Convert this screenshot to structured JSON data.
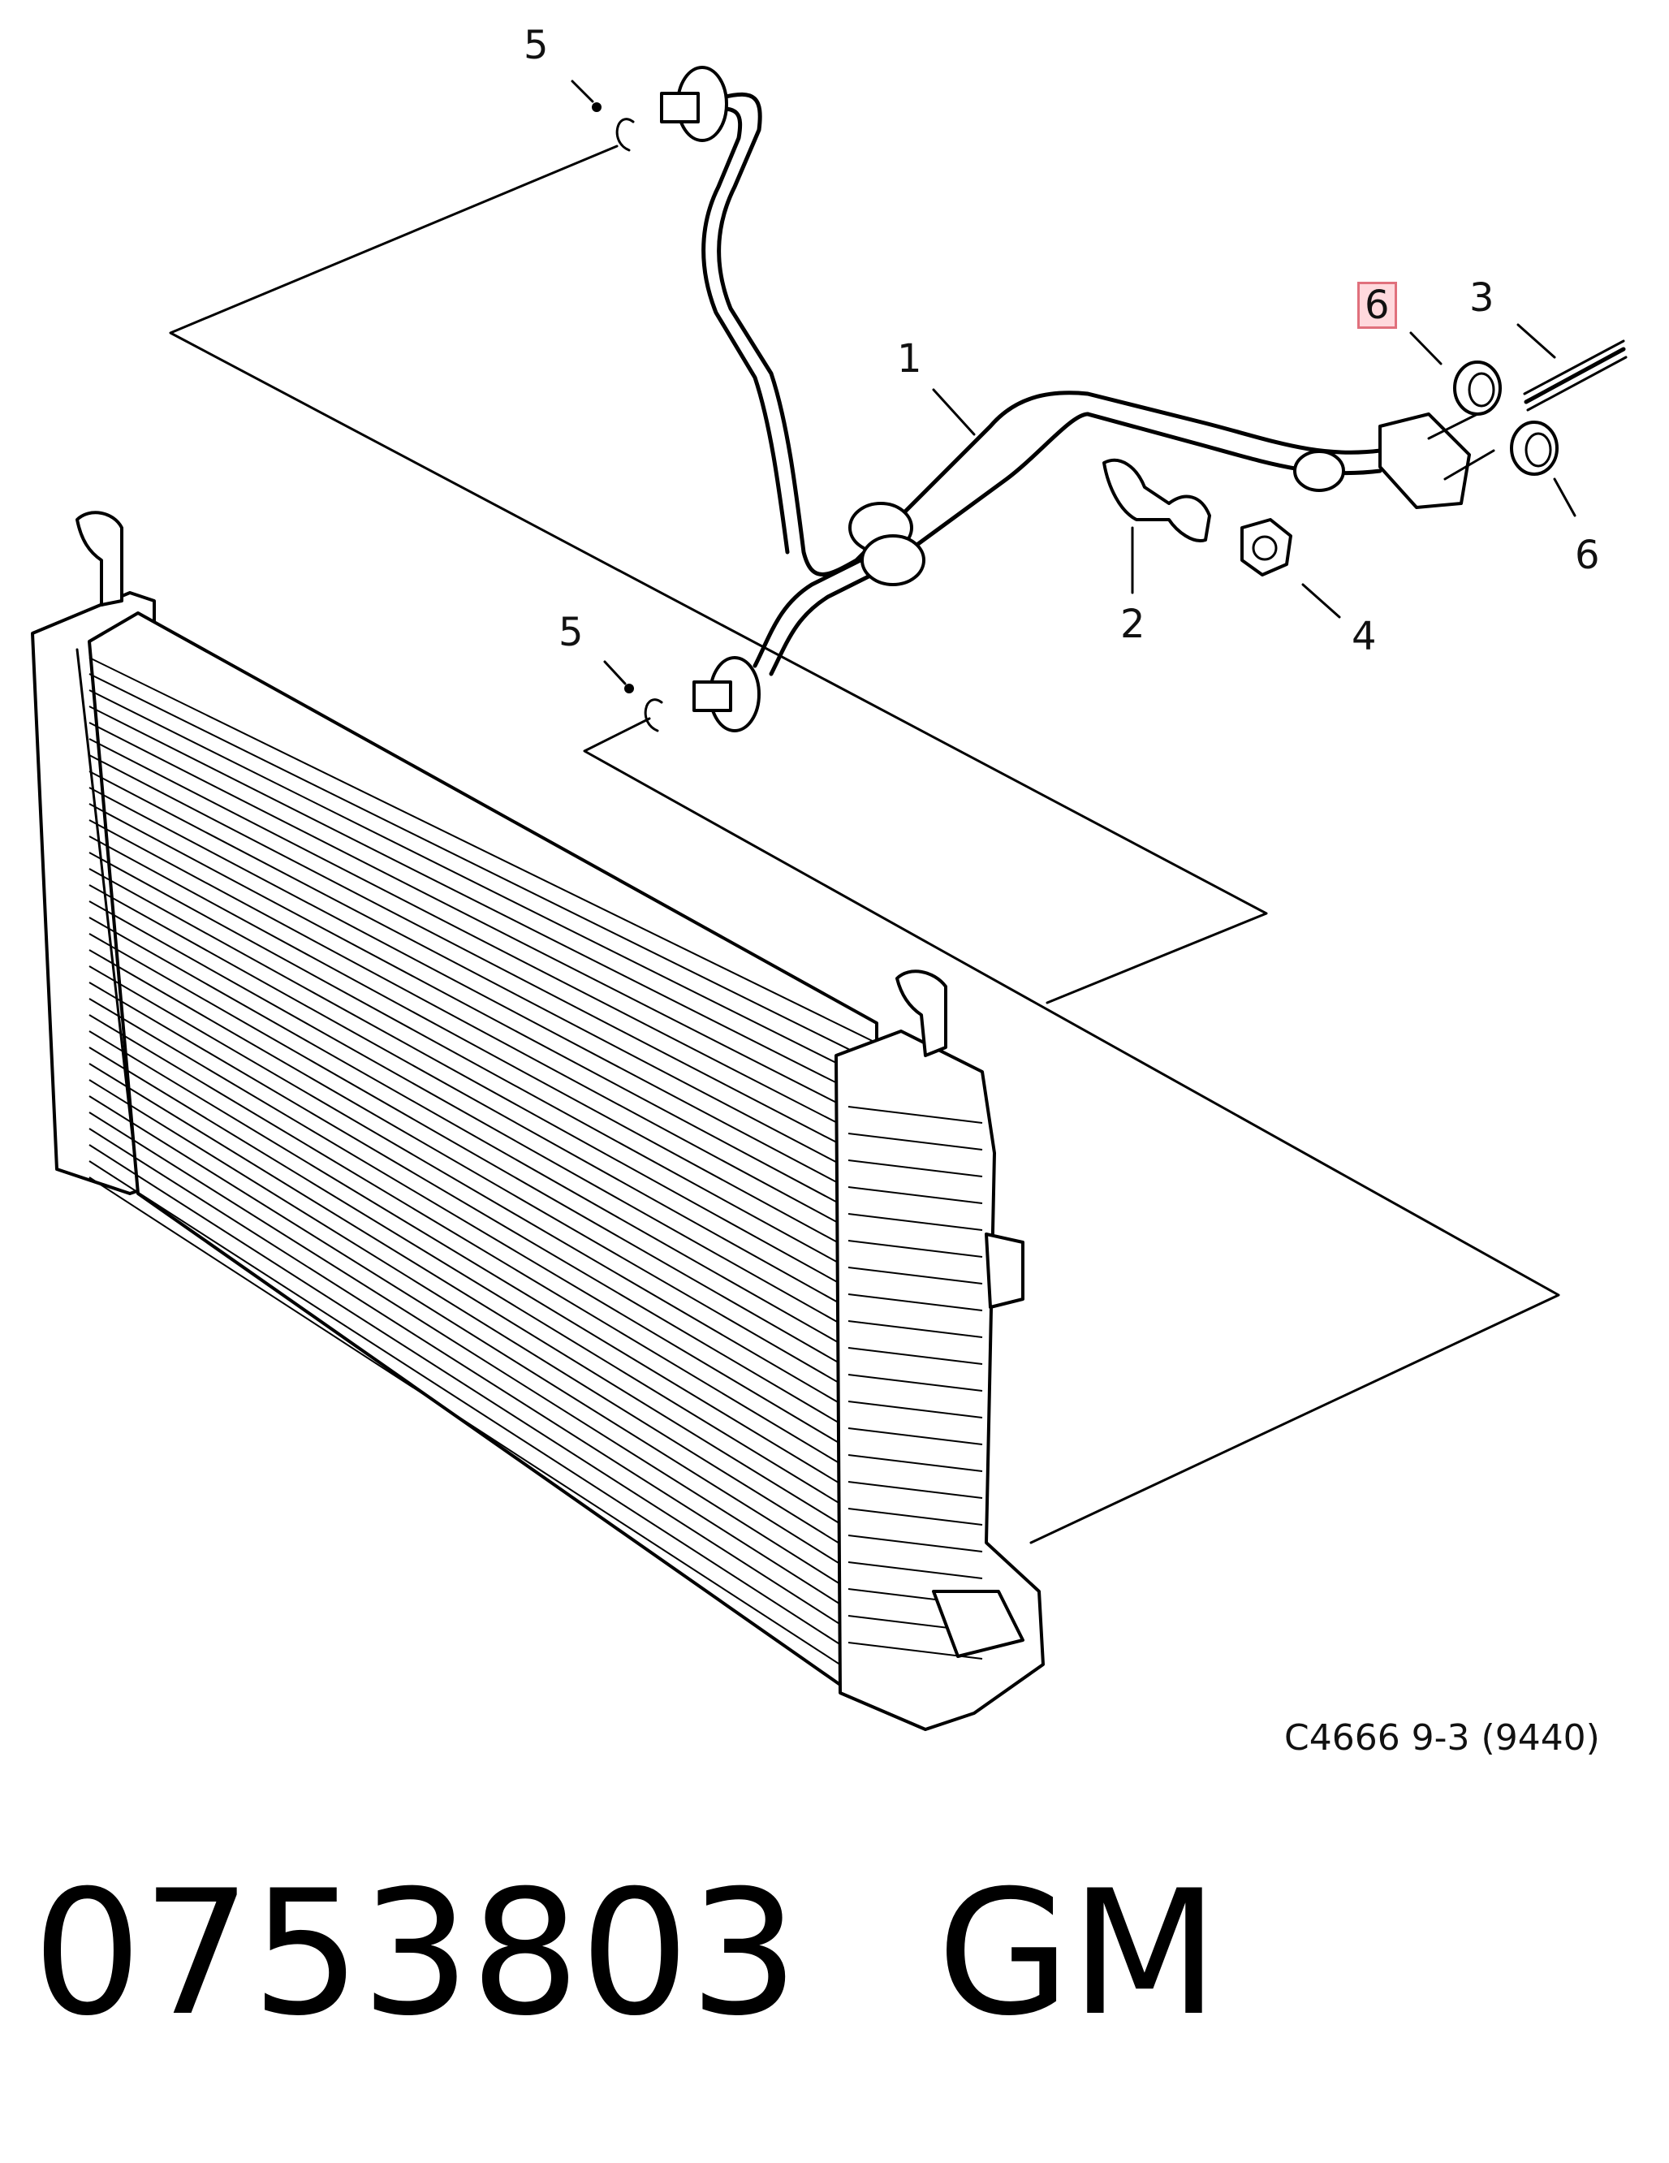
{
  "callouts": {
    "c1": "1",
    "c2": "2",
    "c3": "3",
    "c4": "4",
    "c5_top": "5",
    "c5_mid": "5",
    "c6_top": "6",
    "c6_right": "6"
  },
  "reference_code": "C4666 9-3 (9440)",
  "footer": {
    "part_number": "0753803",
    "brand": "GM"
  },
  "colors": {
    "line": "#000000",
    "highlight_fill": "#ffd9dd",
    "highlight_border": "#e0707c"
  }
}
